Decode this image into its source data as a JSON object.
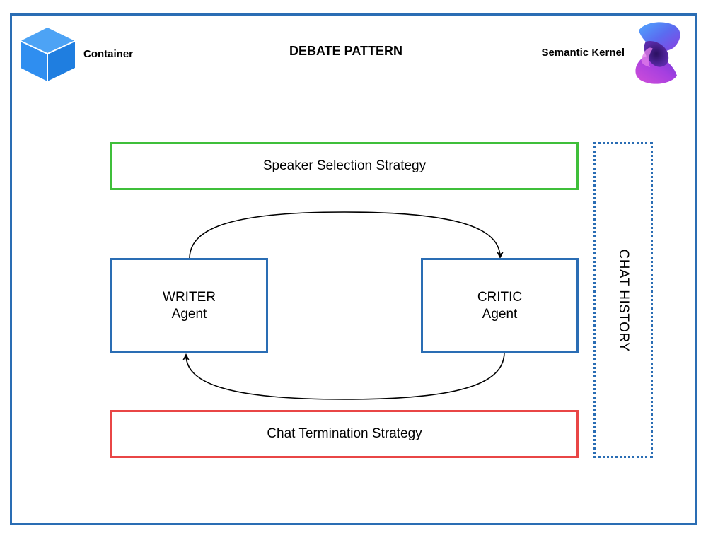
{
  "diagram": {
    "title": "DEBATE PATTERN",
    "container_label": "Container",
    "sk_label": "Semantic Kernel",
    "speaker_strategy": "Speaker Selection Strategy",
    "termination_strategy": "Chat Termination Strategy",
    "writer": {
      "line1": "WRITER",
      "line2": "Agent"
    },
    "critic": {
      "line1": "CRITIC",
      "line2": "Agent"
    },
    "chat_history": "CHAT HISTORY"
  },
  "colors": {
    "frame": "#2a6db4",
    "speaker_border": "#3fbf3a",
    "termination_border": "#e94646",
    "cube": "#2f8ef0"
  },
  "icons": {
    "container": "cube-icon",
    "semantic_kernel": "semantic-kernel-logo-icon"
  }
}
